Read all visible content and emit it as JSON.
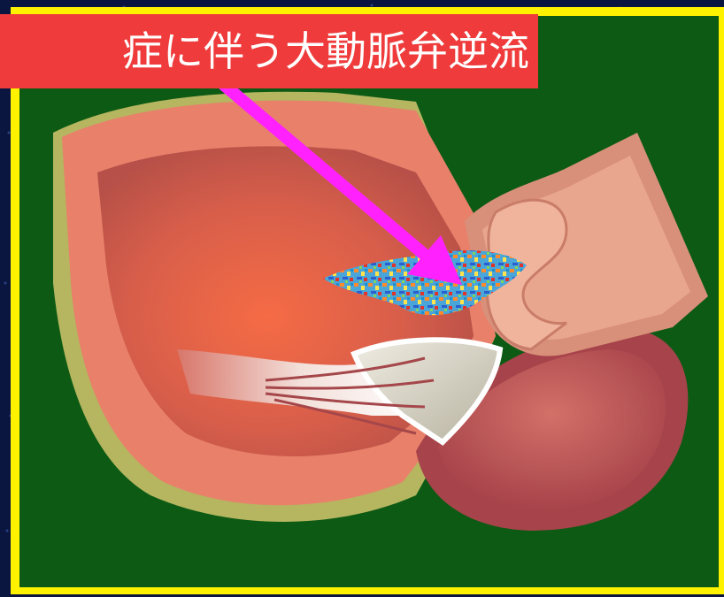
{
  "title": "症に伴う大動脈弁逆流",
  "colors": {
    "background": "#0b1640",
    "frame": "#fff200",
    "panel": "#0d5a14",
    "banner": "#ef3b3b",
    "arrow": "#ff22ff",
    "heart_wall": "#e8806a",
    "heart_outer": "#b6b560",
    "chamber": "#d9694f",
    "aorta": "#e6a088",
    "atrium": "#c4564f",
    "valve": "#d8d4c4"
  },
  "icons": [
    "magenta-arrow",
    "heart-illustration",
    "color-doppler-jet"
  ]
}
